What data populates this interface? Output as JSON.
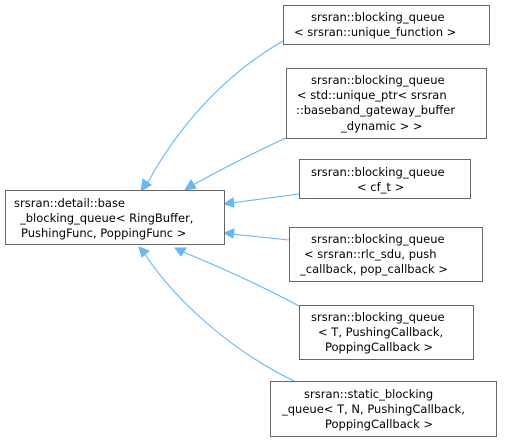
{
  "diagram": {
    "base_node": {
      "lines": [
        "srsran::detail::base",
        "_blocking_queue< RingBuffer,",
        "PushingFunc, PoppingFunc >"
      ]
    },
    "derived_nodes": [
      {
        "lines": [
          "srsran::blocking_queue",
          "< srsran::unique_function >"
        ]
      },
      {
        "lines": [
          "srsran::blocking_queue",
          "< std::unique_ptr< srsran",
          "::baseband_gateway_buffer",
          "_dynamic > >"
        ]
      },
      {
        "lines": [
          "srsran::blocking_queue",
          "< cf_t >"
        ]
      },
      {
        "lines": [
          "srsran::blocking_queue",
          "< srsran::rlc_sdu, push",
          "_callback, pop_callback >"
        ]
      },
      {
        "lines": [
          "srsran::blocking_queue",
          "< T, PushingCallback,",
          "PoppingCallback >"
        ]
      },
      {
        "lines": [
          "srsran::static_blocking",
          "_queue< T, N, PushingCallback,",
          "PoppingCallback >"
        ]
      }
    ],
    "edge_color": "#63b8ff",
    "node_border_color": "#666666"
  }
}
